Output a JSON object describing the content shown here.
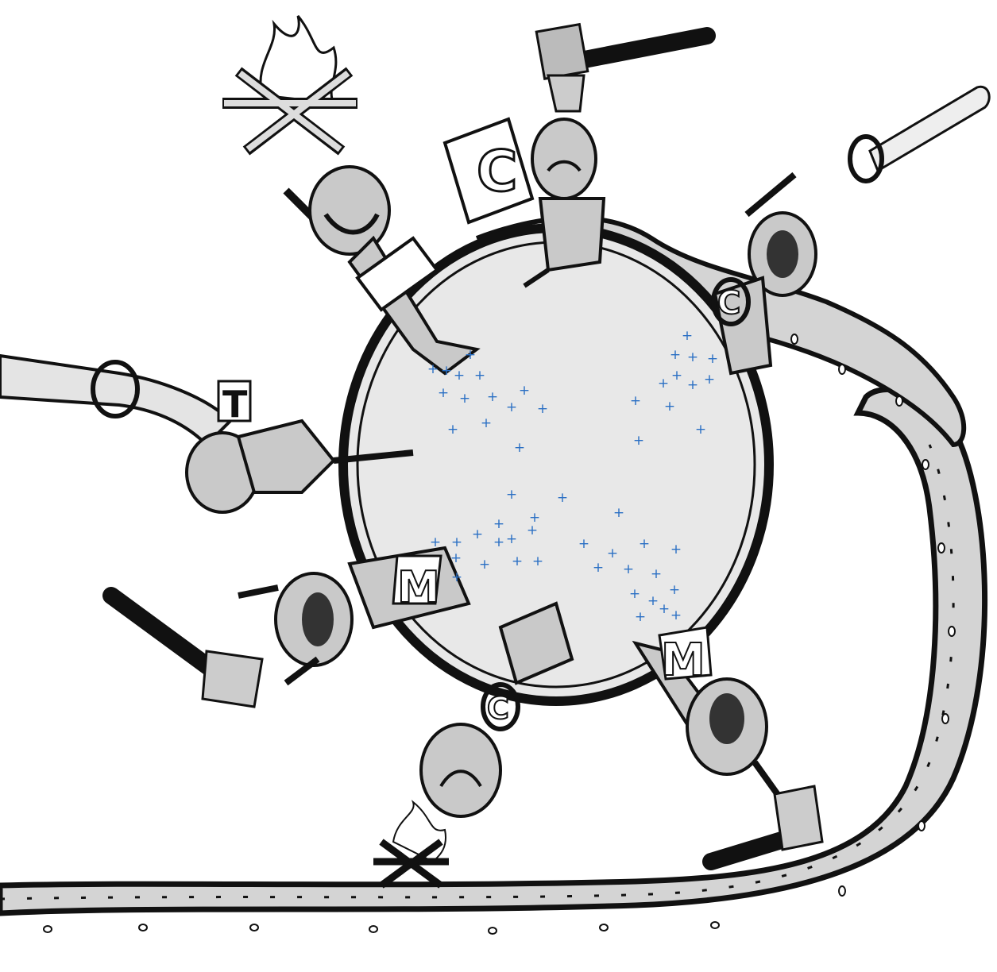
{
  "illustration": {
    "colors": {
      "ink": "#111111",
      "cell_fill": "#e8e8e8",
      "tube_fill": "#d4d4d4",
      "figure_fill": "#c9c9c9",
      "marker": "#2a6fc4"
    },
    "letters": {
      "top_sign": "C",
      "left_tag": "T",
      "bottom_left_tag": "M",
      "bottom_right_tag": "M",
      "right_ring": "C",
      "bottom_ring": "C"
    },
    "figures": [
      {
        "name": "figure-top-left-hammer"
      },
      {
        "name": "figure-top-sign-carrier"
      },
      {
        "name": "figure-top-right-ring"
      },
      {
        "name": "figure-left-tube"
      },
      {
        "name": "figure-bottom-left-hammer"
      },
      {
        "name": "figure-bottom-campfire"
      },
      {
        "name": "figure-bottom-right-hammer"
      }
    ],
    "marker_symbol": "+",
    "marker_cluster_count": 4
  }
}
